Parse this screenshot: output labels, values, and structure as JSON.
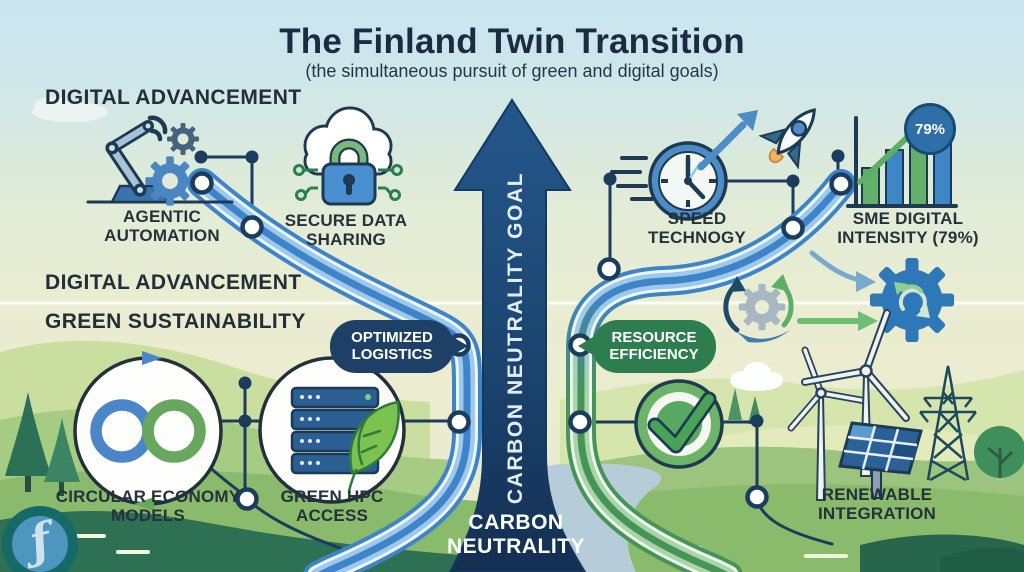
{
  "header": {
    "title": "The Finland Twin Transition",
    "subtitle": "(the simultaneous pursuit of green and digital goals)"
  },
  "headings": {
    "top_digital": "DIGITAL ADVANCEMENT",
    "mid_digital": "DIGITAL ADVANCEMENT",
    "mid_green": "GREEN SUSTAINABILITY"
  },
  "center": {
    "arrow_vertical_label": "CARBON NEUTRALITY GOAL",
    "arrow_base_label": "CARBON NEUTRALITY"
  },
  "callouts": {
    "optimized_logistics": "OPTIMIZED LOGISTICS",
    "resource_efficiency": "RESOURCE EFFICIENCY"
  },
  "labels": {
    "agentic_automation": "AGENTIC AUTOMATION",
    "secure_data_sharing": "SECURE DATA SHARING",
    "speed_technogy": "SPEED TECHNOGY",
    "sme_digital_intensity": "SME DIGITAL INTENSITY (79%)",
    "circular_economy": "CIRCULAR ECONOMY MODELS",
    "green_hpc": "GREEN HPC ACCESS",
    "renewable_integration": "RENEWABLE INTEGRATION"
  },
  "stats": {
    "sme_badge": "79%"
  },
  "logo": {
    "glyph": "ƒ"
  },
  "icons": {
    "robot_arm": "robot-arm-with-gears",
    "cloud_lock": "cloud-with-padlock",
    "clock_speed": "clock-with-speed-arrow",
    "rocket": "rocket",
    "bar_chart": "growing-bar-chart",
    "recycle_gears": "gears-with-recycle-arrows",
    "infinity_loop": "infinity-circular-economy",
    "server_leaf": "server-rack-with-leaf",
    "check_circle": "green-checkmark",
    "renewables": "wind-solar-power-grid"
  },
  "colors": {
    "navy": "#1c3c5e",
    "arrow_navy": "#1c4773",
    "path_blue": "#3f83c8",
    "path_green": "#479459",
    "badge_navy": "#1e4066",
    "badge_green": "#2e7d4f",
    "bar_green": "#63b06a",
    "bar_blue": "#3f86c6"
  }
}
